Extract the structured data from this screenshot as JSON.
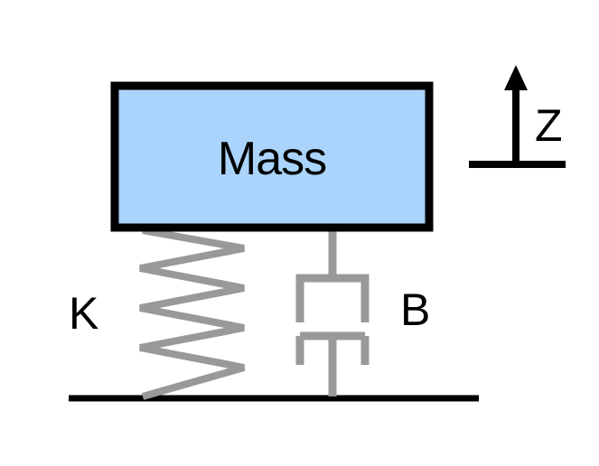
{
  "diagram": {
    "mass_label": "Mass",
    "spring_label": "K",
    "damper_label": "B",
    "axis_label": "Z"
  },
  "colors": {
    "mass_fill": "#aad4fb",
    "outline": "#000000",
    "component": "#999999",
    "background": "#ffffff"
  }
}
